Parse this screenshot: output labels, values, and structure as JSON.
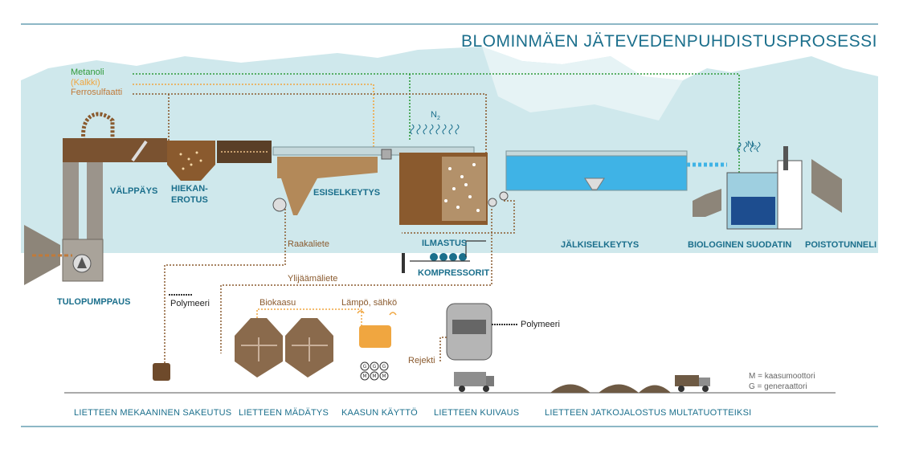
{
  "title": "BLOMINMÄEN JÄTEVEDENPUHDISTUSPROSESSI",
  "chemicals": {
    "metanoli": "Metanoli",
    "kalkki": "(Kalkki)",
    "ferrosulfaatti": "Ferrosulfaatti"
  },
  "gas_labels": {
    "n2_main": "N",
    "n2_main_sub": "2",
    "n2_filter": "N",
    "n2_filter_sub": "2"
  },
  "process_labels": {
    "valppays": "VÄLPPÄYS",
    "hiekanerotus_1": "HIEKAN-",
    "hiekanerotus_2": "EROTUS",
    "esiselkeytys": "ESISELKEYTYS",
    "ilmastus": "ILMASTUS",
    "kompressorit": "KOMPRESSORIT",
    "jalkiselkeytys": "JÄLKISELKEYTYS",
    "biologinen_suodatin": "BIOLOGINEN SUODATIN",
    "poistotunneli": "POISTOTUNNELI",
    "tulopumppaus": "TULOPUMPPAUS"
  },
  "flow_labels": {
    "raakaliete": "Raakaliete",
    "ylijaamaliete": "Ylijäämäliete",
    "polymeeri_left": "Polymeeri",
    "biokaasu": "Biokaasu",
    "lampo_sahko": "Lämpö, sähkö",
    "polymeeri_right": "Polymeeri",
    "rejekti": "Rejekti"
  },
  "legend": {
    "m": "M = kaasumoottori",
    "g": "G = generaattori"
  },
  "generator_marks": {
    "g": "G",
    "m": "M"
  },
  "bottom_labels": {
    "mekaaninen": "LIETTEEN MEKAANINEN SAKEUTUS",
    "madatys": "LIETTEEN MÄDÄTYS",
    "kaasun_kaytto": "KAASUN KÄYTTÖ",
    "kuivaus": "LIETTEEN KUIVAUS",
    "jatkojalostus": "LIETTEEN JATKOJALOSTUS MULTATUOTTEIKSI"
  },
  "colors": {
    "teal": "#1b6f8c",
    "sky": "#cfe8ec",
    "brown": "#8a5a2e",
    "green": "#2f9a3a",
    "orange": "#f0a640",
    "water": "#3fb3e6"
  }
}
